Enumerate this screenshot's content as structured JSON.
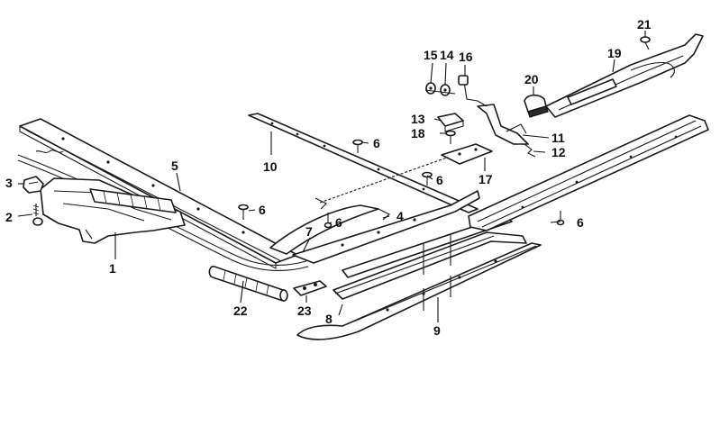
{
  "diagram": {
    "callouts": [
      {
        "id": "c1",
        "text": "1"
      },
      {
        "id": "c2",
        "text": "2"
      },
      {
        "id": "c3",
        "text": "3"
      },
      {
        "id": "c4",
        "text": "4"
      },
      {
        "id": "c5",
        "text": "5"
      },
      {
        "id": "c6a",
        "text": "6"
      },
      {
        "id": "c6b",
        "text": "6"
      },
      {
        "id": "c6c",
        "text": "6"
      },
      {
        "id": "c6d",
        "text": "6"
      },
      {
        "id": "c6e",
        "text": "6"
      },
      {
        "id": "c7",
        "text": "7"
      },
      {
        "id": "c8",
        "text": "8"
      },
      {
        "id": "c9",
        "text": "9"
      },
      {
        "id": "c10",
        "text": "10"
      },
      {
        "id": "c11",
        "text": "11"
      },
      {
        "id": "c12",
        "text": "12"
      },
      {
        "id": "c13",
        "text": "13"
      },
      {
        "id": "c14",
        "text": "14"
      },
      {
        "id": "c15",
        "text": "15"
      },
      {
        "id": "c16",
        "text": "16"
      },
      {
        "id": "c17",
        "text": "17"
      },
      {
        "id": "c18",
        "text": "18"
      },
      {
        "id": "c19",
        "text": "19"
      },
      {
        "id": "c20",
        "text": "20"
      },
      {
        "id": "c21",
        "text": "21"
      },
      {
        "id": "c22",
        "text": "22"
      },
      {
        "id": "c23",
        "text": "23"
      }
    ]
  }
}
